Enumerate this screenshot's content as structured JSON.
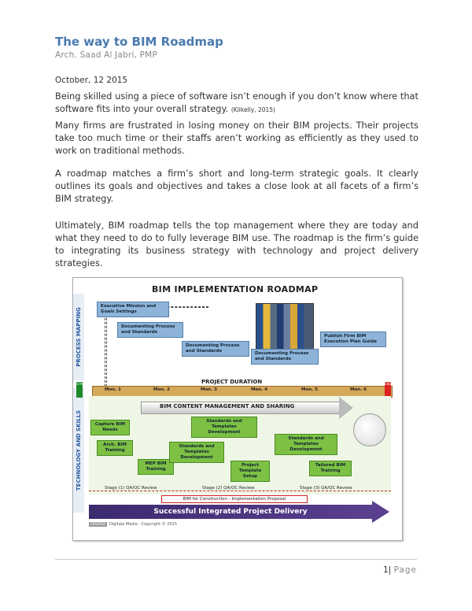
{
  "header": {
    "title": "The way to BIM Roadmap",
    "author": "Arch. Saad Al Jabri, PMP",
    "date": "October, 12 2015"
  },
  "paragraphs": {
    "p1": "Being skilled using a piece of software isn’t enough if you don’t know where that software fits into your overall strategy.",
    "p1_cite": "(Kilkelly, 2015)",
    "p2": "Many firms are frustrated in losing money on their BIM projects. Their projects take too much time or their staffs aren’t working as efficiently as they used to work on traditional methods.",
    "p3": "A roadmap matches a firm’s short and long-term strategic goals. It clearly outlines its goals and objectives and takes a close look at all facets of a firm’s BIM strategy.",
    "p4": "Ultimately, BIM roadmap tells the top management where they are today and what they need to do to fully leverage BIM use. The roadmap is the firm’s guide to integrating its business strategy with technology and project delivery strategies."
  },
  "diagram": {
    "title": "BIM IMPLEMENTATION ROADMAP",
    "side_top": "PROCESS MAPPING",
    "side_bottom": "TECHNOLOGY AND SKILLS",
    "process_boxes": [
      "Executive Mission and Goals Settings",
      "Documenting Process and Standards",
      "Documenting Process and Standards",
      "Documenting Process and Standards",
      "Publish Firm BIM Execution Plan Guide"
    ],
    "project_duration": "PROJECT DURATION",
    "start": "START",
    "end": "END",
    "months": [
      "Mon. 1",
      "Mon. 2",
      "Mon. 3",
      "Mon. 4",
      "Mon. 5",
      "Mon. 6"
    ],
    "content_mgmt": "BIM CONTENT MANAGEMENT AND SHARING",
    "green_boxes": [
      "Capture BIM Needs",
      "Arch. BIM Training",
      "MEP BIM Training",
      "Standards and Templates Development",
      "Standards and Templates Development",
      "Project Template Setup",
      "Standards and Templates Development",
      "Tailored BIM Training"
    ],
    "stages": [
      "Stage (1) QA/QC Review",
      "Stage (2) QA/QC Review",
      "Stage (3) QA/QC Review"
    ],
    "proposal": "BIM for Construction - Implementation Proposal",
    "banner": "Successful Integrated Project Delivery",
    "credit_logo": "DIGIVIZ",
    "credit": "Digitale Media · Copyright © 2015"
  },
  "footer": {
    "page_number": "1",
    "separator": "|",
    "page_word": "Page"
  }
}
